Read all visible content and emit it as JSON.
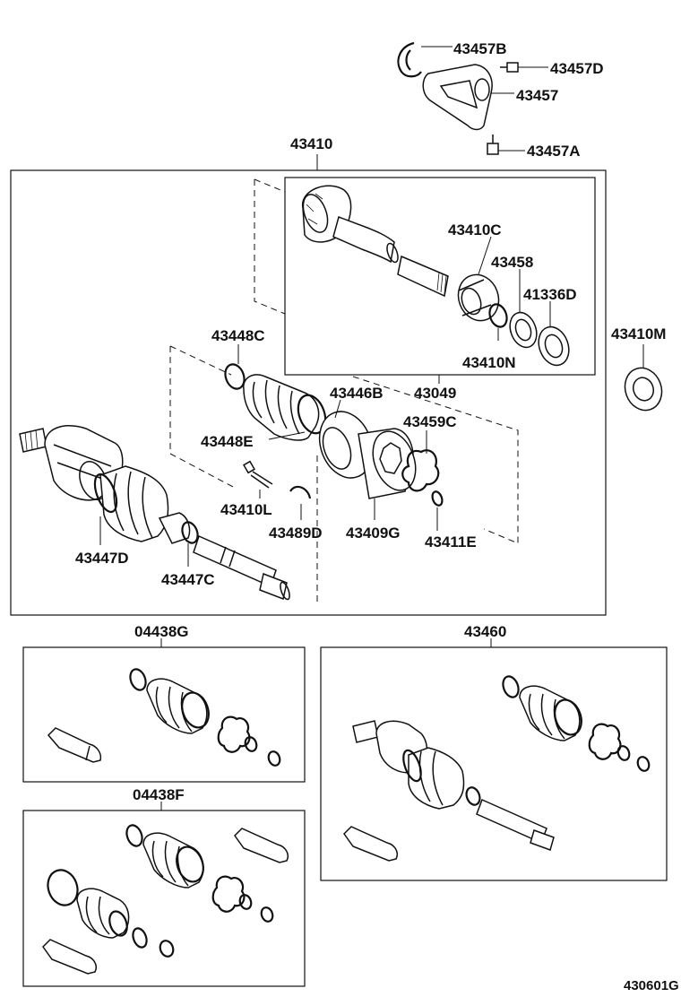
{
  "labels": {
    "p43457B": "43457B",
    "p43457D": "43457D",
    "p43457": "43457",
    "p43457A": "43457A",
    "p43410": "43410",
    "p43410C": "43410C",
    "p43458": "43458",
    "p41336D": "41336D",
    "p43410N": "43410N",
    "p43410M": "43410M",
    "p43448C": "43448C",
    "p43446B": "43446B",
    "p43049": "43049",
    "p43459C": "43459C",
    "p43448E": "43448E",
    "p43410L": "43410L",
    "p43489D": "43489D",
    "p43409G": "43409G",
    "p43411E": "43411E",
    "p43447D": "43447D",
    "p43447C": "43447C",
    "p04438G": "04438G",
    "p43460": "43460",
    "p04438F": "04438F"
  },
  "figure_code": "430601G"
}
